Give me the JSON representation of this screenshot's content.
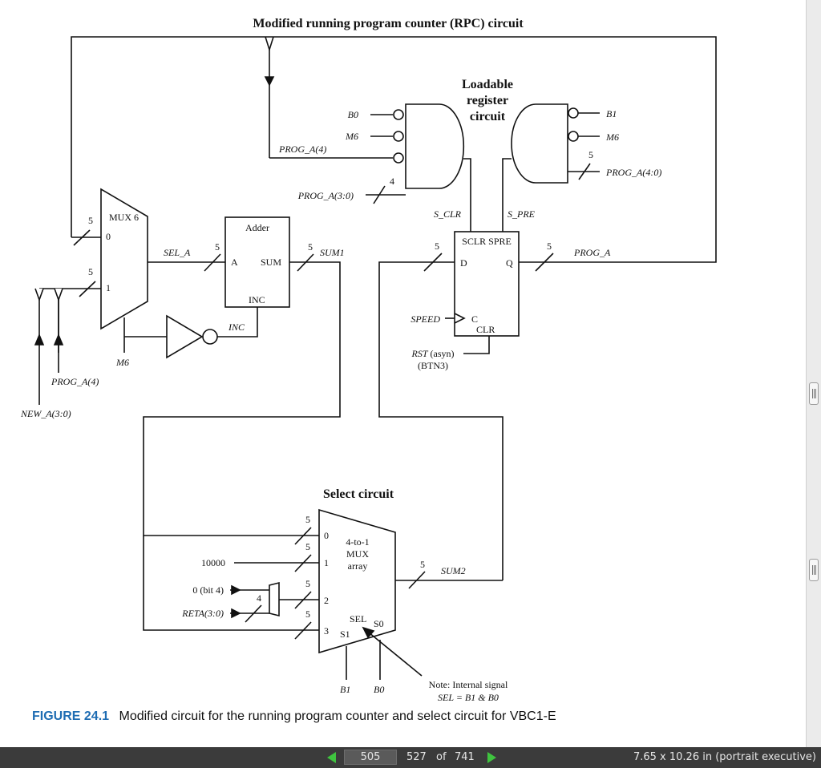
{
  "figure": {
    "title": "Modified running program counter (RPC) circuit",
    "loadable_title": [
      "Loadable",
      "register",
      "circuit"
    ],
    "select_title": "Select circuit",
    "mux6": {
      "name": "MUX 6",
      "in0": "0",
      "in1": "1",
      "sel": "M6"
    },
    "adder": {
      "name": "Adder",
      "a": "A",
      "sum": "SUM",
      "inc": "INC"
    },
    "inverter_out": "INC",
    "signals": {
      "sel_a": "SEL_A",
      "sum1": "SUM1",
      "sum2": "SUM2",
      "prog_a": "PROG_A",
      "prog_a4": "PROG_A(4)",
      "prog_a30": "PROG_A(3:0)",
      "prog_a40": "PROG_A(4:0)",
      "new_a": "NEW_A(3:0)",
      "s_clr": "S_CLR",
      "s_pre": "S_PRE",
      "speed": "SPEED",
      "rst": "RST",
      "rst_note": "(asyn)",
      "btn": "(BTN3)",
      "b0": "B0",
      "b1": "B1",
      "m6": "M6"
    },
    "register": {
      "top": "SCLR SPRE",
      "d": "D",
      "q": "Q",
      "c": "C",
      "clr": "CLR"
    },
    "bus_width_5": "5",
    "bus_width_4": "4",
    "mux4": {
      "lines": [
        "4-to-1",
        "MUX",
        "array"
      ],
      "in0": "0",
      "in1": "1",
      "in2": "2",
      "in3": "3",
      "sel": "SEL",
      "s0": "S0",
      "s1": "S1"
    },
    "const_10000": "10000",
    "const_bit4": "0 (bit 4)",
    "reta": "RETA(3:0)",
    "note": [
      "Note: Internal signal",
      "SEL = B1 & B0"
    ],
    "caption_label": "FIGURE 24.1",
    "caption_text": "Modified circuit for the running program counter and select circuit for VBC1-E"
  },
  "status_bar": {
    "page_input": "505",
    "current_page": "527",
    "of_label": "of",
    "total_pages": "741",
    "page_size": "7.65 x 10.26 in (portrait executive)"
  }
}
